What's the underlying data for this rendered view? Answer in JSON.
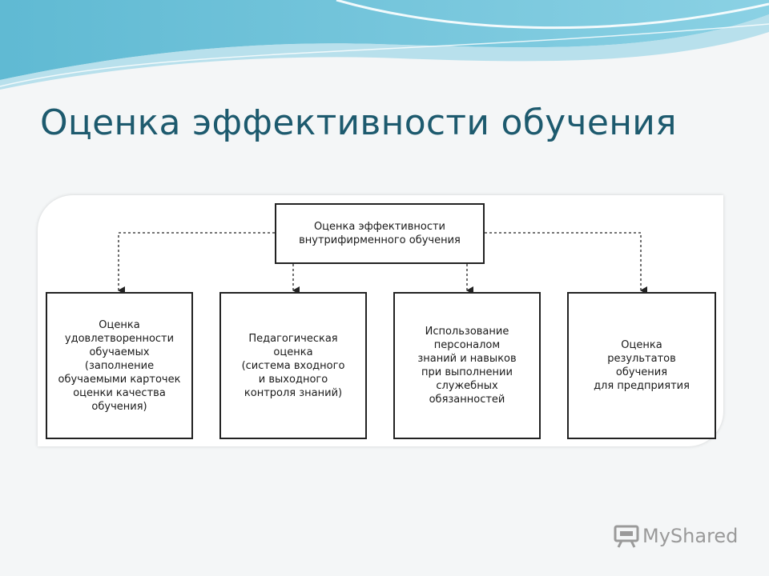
{
  "slide": {
    "title": "Оценка эффективности обучения",
    "logo_text": "MyShared"
  },
  "diagram": {
    "root": "Оценка эффективности\nвнутрифирменного обучения",
    "children": [
      "Оценка\nудовлетворенности\nобучаемых\n(заполнение\nобучаемыми карточек\nоценки качества\nобучения)",
      "Педагогическая\nоценка\n(система входного\nи выходного\nконтроля знаний)",
      "Использование\nперсоналом\nзнаний и навыков\nпри выполнении\nслужебных\nобязанностей",
      "Оценка\nрезультатов\nобучения\nдля предприятия"
    ]
  },
  "colors": {
    "title": "#1d5a6e",
    "wave_dark": "#4fb3cf",
    "wave_light": "#a9dbe9"
  }
}
